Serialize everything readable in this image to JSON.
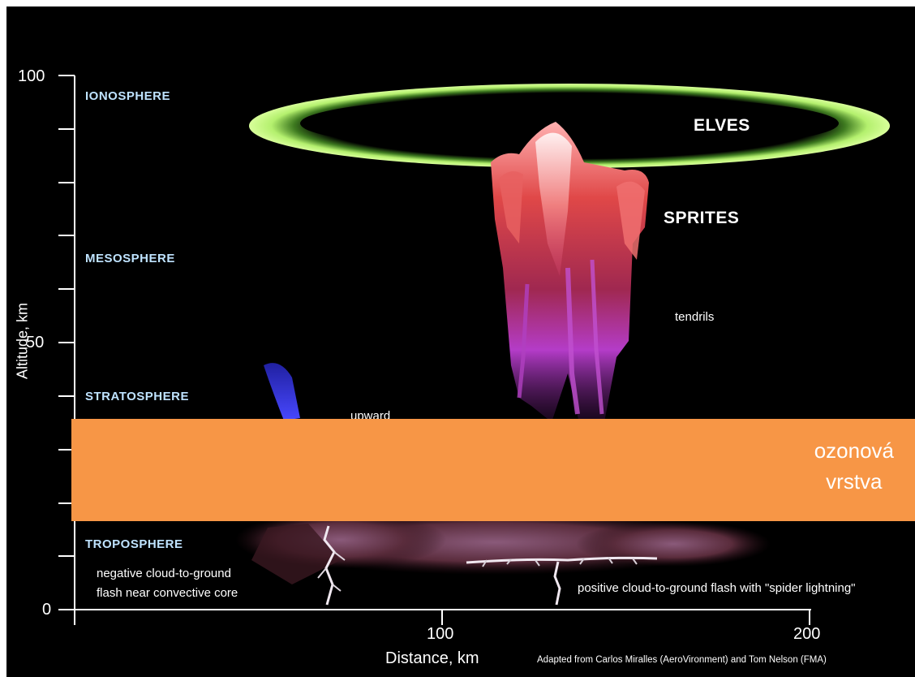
{
  "diagram": {
    "y_axis": {
      "label": "Altitude, km",
      "ticks": [
        "100",
        "50",
        "0"
      ]
    },
    "x_axis": {
      "label": "Distance, km",
      "ticks": [
        "100",
        "200"
      ]
    },
    "layers": {
      "ionosphere": "IONOSPHERE",
      "mesosphere": "MESOSPHERE",
      "stratosphere": "STRATOSPHERE",
      "troposphere": "TROPOSPHERE"
    },
    "phenomena": {
      "elves": "ELVES",
      "sprites": "SPRITES",
      "tendrils": "tendrils",
      "upward": "upward"
    },
    "flashes": {
      "negative_line1": "negative cloud-to-ground",
      "negative_line2": "flash near convective core",
      "positive": "positive cloud-to-ground flash with \"spider lightning\""
    },
    "credit": "Adapted from Carlos Miralles (AeroVironment) and Tom Nelson (FMA)"
  },
  "overlay": {
    "line1": "ozonová",
    "line2": "vrstva",
    "color": "#f79646"
  },
  "colors": {
    "background": "#000000",
    "elves": "#b4f06e",
    "sprites_red": "#d23c3c",
    "tendrils": "#b43cc8",
    "blue_jet": "#3232dc",
    "layer_label": "#bfe3ff"
  }
}
